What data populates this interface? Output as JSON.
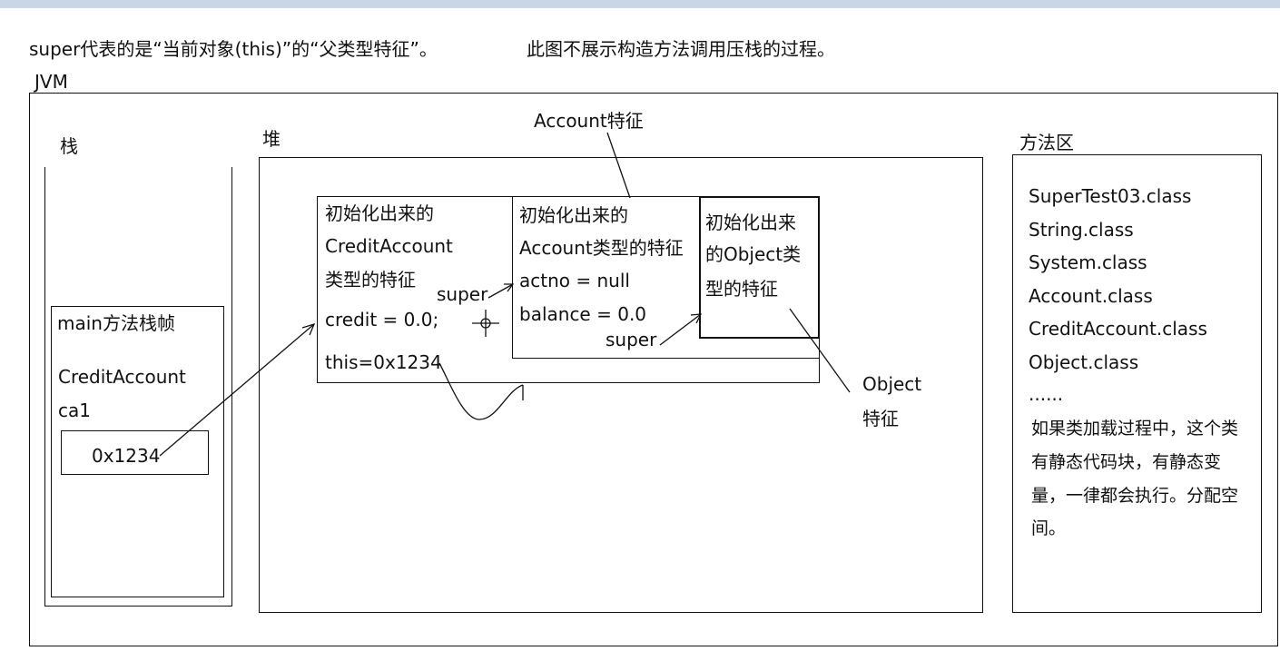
{
  "header": {
    "title_line": "super代表的是“当前对象(this)”的“父类型特征”。",
    "note_line": "此图不展示构造方法调用压栈的过程。"
  },
  "jvm": {
    "label": "JVM"
  },
  "stack": {
    "label": "栈",
    "frame_label": "main方法栈帧",
    "var_type": "CreditAccount",
    "var_name": "ca1",
    "var_value": "0x1234"
  },
  "heap": {
    "label": "堆",
    "account_feature_label": "Account特征",
    "object_feature_label_1": "Object",
    "object_feature_label_2": "特征",
    "credit_block": {
      "lines": [
        "初始化出来的",
        "CreditAccount",
        "类型的特征"
      ],
      "field": "credit = 0.0;",
      "this_field": "this=0x1234"
    },
    "account_block": {
      "lines": [
        "初始化出来的",
        "Account类型的特征"
      ],
      "field1": "actno = null",
      "field2": "balance = 0.0"
    },
    "object_block": {
      "lines": [
        "初始化出来",
        "的Object类",
        "型的特征"
      ]
    },
    "super_label_1": "super",
    "super_label_2": "super"
  },
  "method_area": {
    "label": "方法区",
    "classes": [
      "SuperTest03.class",
      "String.class",
      "System.class",
      "Account.class",
      "CreditAccount.class",
      "Object.class",
      "......"
    ],
    "note_lines": [
      "如果类加载过程中，这个类",
      "有静态代码块，有静态变",
      "量，一律都会执行。分配空",
      "间。"
    ]
  }
}
